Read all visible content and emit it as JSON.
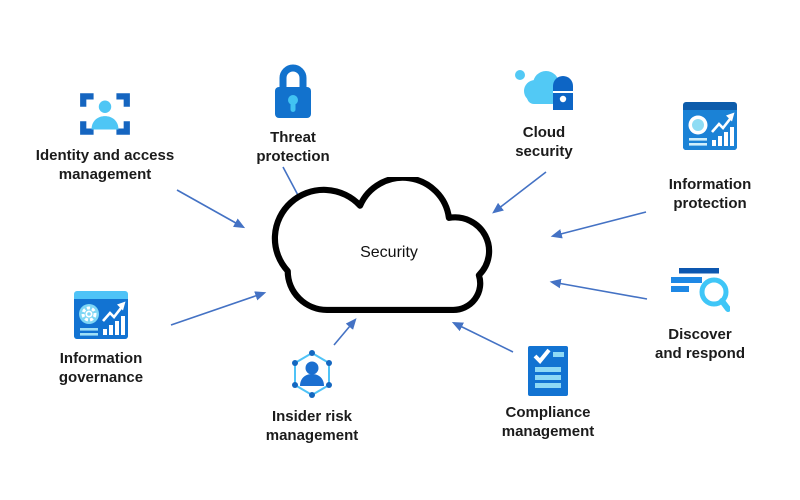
{
  "diagram": {
    "center_node": {
      "id": "security",
      "label": "Security",
      "shape": "cloud-outline"
    },
    "nodes": [
      {
        "id": "identity-and-access-management",
        "label": "Identity and access\nmanagement",
        "icon": "identity-scan-icon"
      },
      {
        "id": "threat-protection",
        "label": "Threat\nprotection",
        "icon": "lock-icon"
      },
      {
        "id": "cloud-security",
        "label": "Cloud\nsecurity",
        "icon": "cloud-lock-icon"
      },
      {
        "id": "information-protection",
        "label": "Information\nprotection",
        "icon": "dashboard-chart-icon"
      },
      {
        "id": "discover-and-respond",
        "label": "Discover\nand respond",
        "icon": "search-list-icon"
      },
      {
        "id": "compliance-management",
        "label": "Compliance\nmanagement",
        "icon": "checklist-document-icon"
      },
      {
        "id": "insider-risk-management",
        "label": "Insider risk\nmanagement",
        "icon": "person-hexagon-icon"
      },
      {
        "id": "information-governance",
        "label": "Information\ngovernance",
        "icon": "dashboard-gear-icon"
      }
    ],
    "connections": [
      {
        "from": "identity-and-access-management",
        "to": "security"
      },
      {
        "from": "threat-protection",
        "to": "security"
      },
      {
        "from": "cloud-security",
        "to": "security"
      },
      {
        "from": "information-protection",
        "to": "security"
      },
      {
        "from": "discover-and-respond",
        "to": "security"
      },
      {
        "from": "compliance-management",
        "to": "security"
      },
      {
        "from": "insider-risk-management",
        "to": "security"
      },
      {
        "from": "information-governance",
        "to": "security"
      }
    ],
    "colors": {
      "arrow": "#4472c4",
      "icon_blue": "#1273d2",
      "icon_light_blue": "#4fc3f7",
      "icon_dark_blue": "#0d5cab",
      "cloud_outline": "#000000",
      "label_text": "#1b1b1b",
      "background": "#ffffff"
    }
  }
}
